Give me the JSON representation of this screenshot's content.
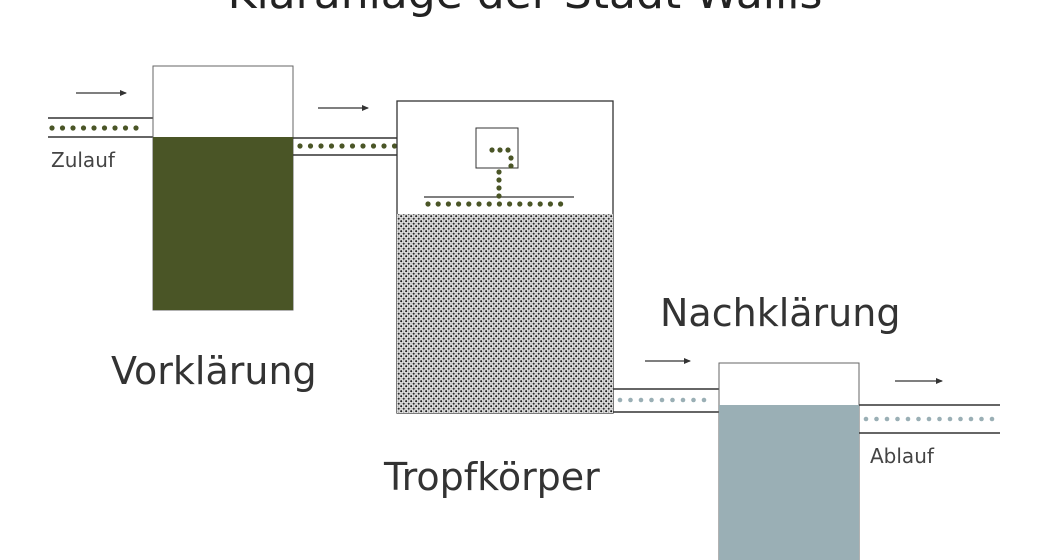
{
  "title": "Kläranlage der Stadt Wallis",
  "labels": {
    "inflow": "Zulauf",
    "primary": "Vorklärung",
    "trickling_filter": "Tropfkörper",
    "secondary": "Nachklärung",
    "outflow": "Ablauf"
  },
  "colors": {
    "primary_tank": "#4a5526",
    "secondary_tank": "#9aafb5",
    "dots_dark": "#4a5526",
    "dots_light": "#9aafb5",
    "outline": "#333333"
  }
}
